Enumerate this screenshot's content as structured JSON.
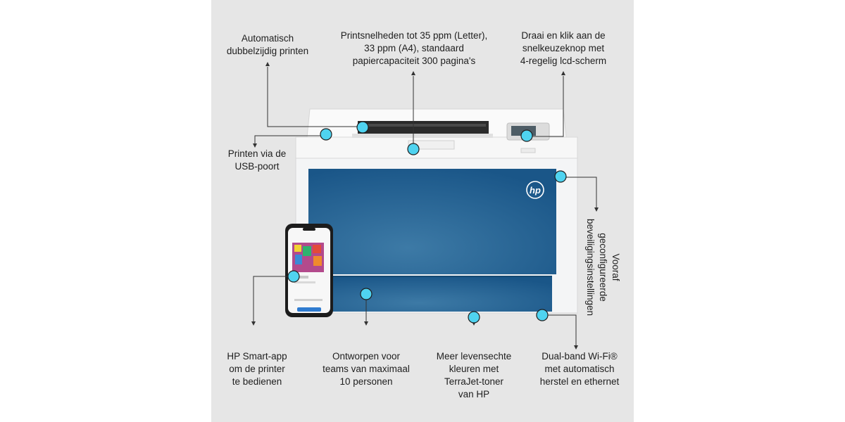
{
  "brand": {
    "logo": "hp"
  },
  "callouts": {
    "duplex": "Automatisch\ndubbelzijdig printen",
    "speed": "Printsnelheden tot 35 ppm (Letter),\n33 ppm (A4), standaard\npapiercapaciteit 300 pagina's",
    "control": "Draai en klik aan de\nsnelkeuzeknop met\n4-regelig lcd-scherm",
    "usb": "Printen via de\nUSB-poort",
    "security": "Vooraf\ngeconfigureerde\nbeveiligingsinstellingen",
    "app": "HP Smart-app\nom de printer\nte bedienen",
    "teams": "Ontworpen voor\nteams van maximaal\n10 personen",
    "colors": "Meer levensechte\nkleuren met\nTerraJet-toner\nvan HP",
    "wifi": "Dual-band Wi-Fi®\nmet automatisch\nherstel en ethernet"
  },
  "colors": {
    "background": "#e6e6e6",
    "accent_dot": "#4fd3f0",
    "printer_blue": "#1d5a8a",
    "printer_white": "#f4f5f6"
  },
  "icons": [
    "hp-logo-icon",
    "smartphone-icon",
    "lcd-screen-icon"
  ]
}
